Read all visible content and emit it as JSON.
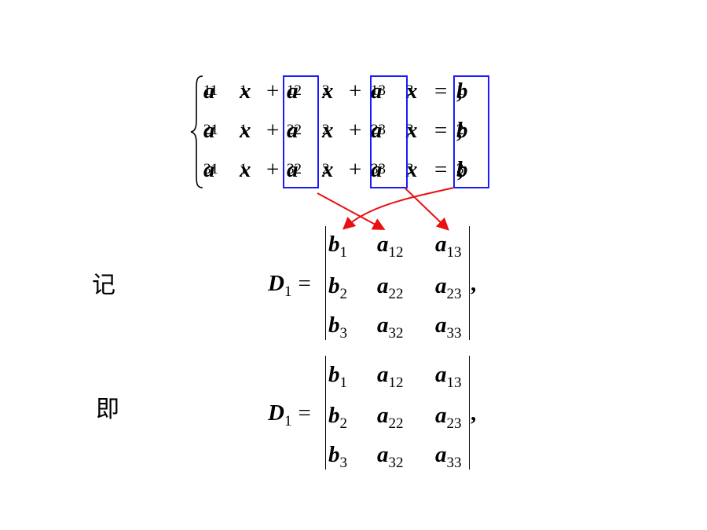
{
  "system": {
    "rows": [
      {
        "c1": "a",
        "s1": "11",
        "x1": "x",
        "xs1": "1",
        "plus1": "+",
        "c2": "a",
        "s2": "12",
        "x2": "x",
        "xs2": "2",
        "plus2": "+",
        "c3": "a",
        "s3": "13",
        "x3": "x",
        "xs3": "3",
        "eq": "=",
        "rhs": "b",
        "rs": "1",
        "end": ","
      },
      {
        "c1": "a",
        "s1": "21",
        "x1": "x",
        "xs1": "1",
        "plus1": "+",
        "c2": "a",
        "s2": "22",
        "x2": "x",
        "xs2": "2",
        "plus2": "+",
        "c3": "a",
        "s3": "23",
        "x3": "x",
        "xs3": "3",
        "eq": "=",
        "rhs": "b",
        "rs": "2",
        "end": ","
      },
      {
        "c1": "a",
        "s1": "31",
        "x1": "x",
        "xs1": "1",
        "plus1": "+",
        "c2": "a",
        "s2": "32",
        "x2": "x",
        "xs2": "2",
        "plus2": "+",
        "c3": "a",
        "s3": "33",
        "x3": "x",
        "xs3": "3",
        "eq": "=",
        "rhs": "b",
        "rs": "3",
        "end": ";"
      }
    ]
  },
  "labels": {
    "note": "记",
    "that_is": "即"
  },
  "det1": {
    "name": "D",
    "name_sub": "1",
    "eq": "=",
    "trail": ",",
    "cells": [
      [
        {
          "v": "b",
          "s": "1"
        },
        {
          "v": "a",
          "s": "12"
        },
        {
          "v": "a",
          "s": "13"
        }
      ],
      [
        {
          "v": "b",
          "s": "2"
        },
        {
          "v": "a",
          "s": "22"
        },
        {
          "v": "a",
          "s": "23"
        }
      ],
      [
        {
          "v": "b",
          "s": "3"
        },
        {
          "v": "a",
          "s": "32"
        },
        {
          "v": "a",
          "s": "33"
        }
      ]
    ]
  },
  "det2": {
    "name": "D",
    "name_sub": "1",
    "eq": "=",
    "trail": ",",
    "cells": [
      [
        {
          "v": "b",
          "s": "1"
        },
        {
          "v": "a",
          "s": "12"
        },
        {
          "v": "a",
          "s": "13"
        }
      ],
      [
        {
          "v": "b",
          "s": "2"
        },
        {
          "v": "a",
          "s": "22"
        },
        {
          "v": "a",
          "s": "23"
        }
      ],
      [
        {
          "v": "b",
          "s": "3"
        },
        {
          "v": "a",
          "s": "32"
        },
        {
          "v": "a",
          "s": "33"
        }
      ]
    ]
  },
  "colors": {
    "box": "#1a1aff",
    "arrow": "#e81010"
  }
}
